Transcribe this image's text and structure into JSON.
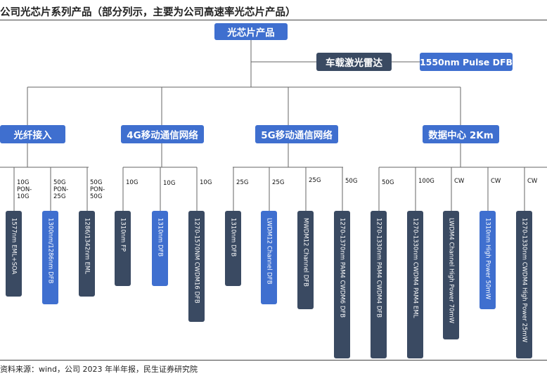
{
  "title": "公司光芯片系列产品（部分列示，主要为公司高速率光芯片产品）",
  "root": "光芯片产品",
  "lidar": {
    "label": "车载激光雷达",
    "product": "1550nm Pulse DFB"
  },
  "categories": [
    "光纤接入",
    "4G移动通信网络",
    "5G移动通信网络",
    "数据中心 2Km"
  ],
  "speeds": [
    "10G\nPON-\n10G",
    "50G\nPON-\n25G",
    "50G\nPON-\n50G",
    "10G",
    "10G",
    "10G",
    "25G",
    "25G",
    "25G",
    "50G",
    "50G",
    "100G",
    "CW",
    "CW",
    "CW"
  ],
  "leaves": [
    "1577nm EML+SOA",
    "1300nm/1286nm DFB",
    "1286/1342nm EML",
    "1310nm FP",
    "1310nm DFB",
    "1270-1570NM CWDM16 DFB",
    "1310nm DFB",
    "LWDM12 Channel DFB",
    "MWDM12 Channel DFB",
    "1270-1370nm PAM4 CWDM6 DFB",
    "1270-1330nm PAM4 CWDM4 DFB",
    "1270-1330nm CWDM4 PAM4 EML",
    "LWDM4 Channel High Power 70mW",
    "1310nm High Power 50mW",
    "1270-1330nm CWDM4 High Power 25mW"
  ],
  "source": "资料来源：wind，公司 2023 年半年报，民生证券研究院",
  "colors": {
    "blue": "#3f6fcf",
    "dark": "#3a4a62"
  }
}
